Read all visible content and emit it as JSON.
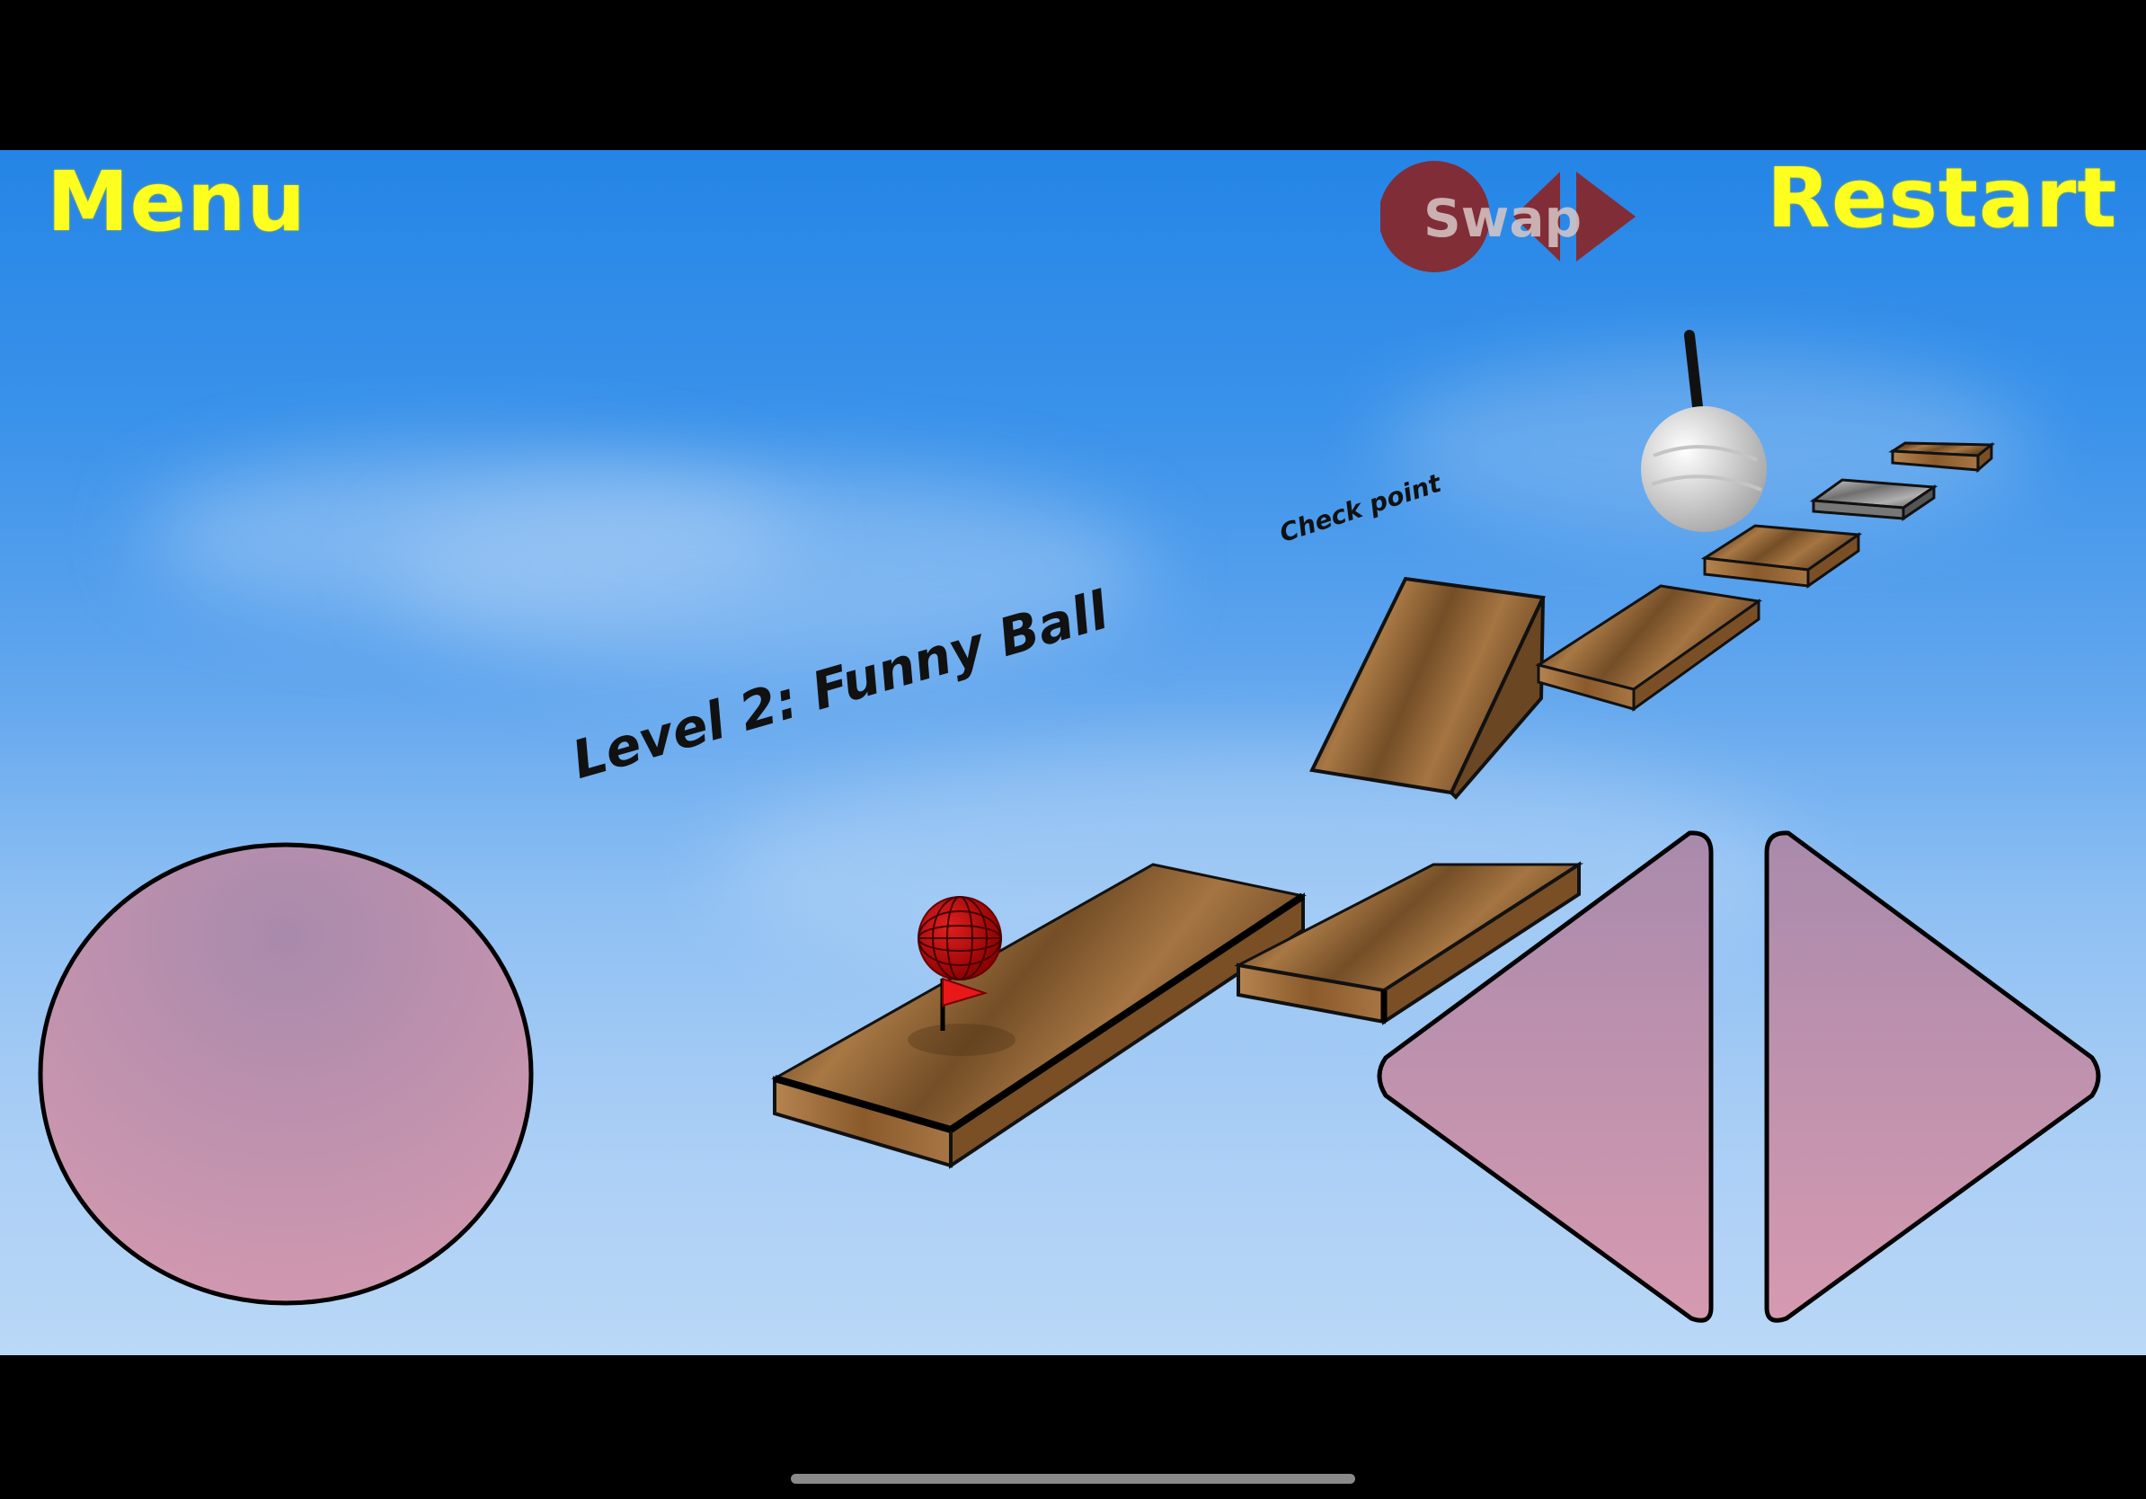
{
  "hud": {
    "menu_label": "Menu",
    "restart_label": "Restart",
    "swap_label": "Swap"
  },
  "world": {
    "level_title": "Level 2: Funny Ball",
    "checkpoint_label": "Check point"
  },
  "controls": {
    "jump": "jump-pad-icon",
    "left": "left-arrow-icon",
    "right": "right-arrow-icon"
  },
  "colors": {
    "hud_text": "#ffff1f",
    "swap_button": "#8b2323",
    "control_pad": "#c48bb0",
    "sky_top": "#2485e6",
    "sky_bottom": "#bad8f7",
    "player_ball": "#b30000",
    "wood": "#8a5a2b"
  }
}
